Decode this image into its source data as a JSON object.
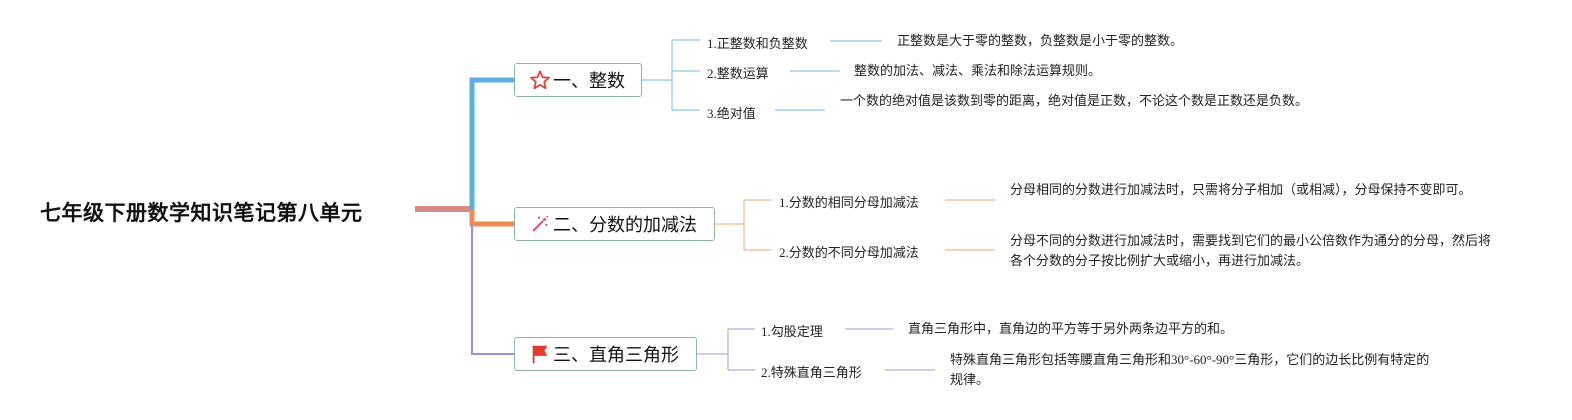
{
  "root": {
    "title": "七年级下册数学知识笔记第八单元"
  },
  "branches": [
    {
      "label": "一、整数",
      "icon": "star-icon",
      "color": "#5aaee0",
      "items": [
        {
          "label": "1.正整数和负整数",
          "detail": "正整数是大于零的整数，负整数是小于零的整数。"
        },
        {
          "label": "2.整数运算",
          "detail": "整数的加法、减法、乘法和除法运算规则。"
        },
        {
          "label": "3.绝对值",
          "detail": "一个数的绝对值是该数到零的距离，绝对值是正数，不论这个数是正数还是负数。"
        }
      ]
    },
    {
      "label": "二、分数的加减法",
      "icon": "sparkle-icon",
      "color": "#f08a55",
      "items": [
        {
          "label": "1.分数的相同分母加减法",
          "detail": "分母相同的分数进行加减法时，只需将分子相加（或相减），分母保持不变即可。"
        },
        {
          "label": "2.分数的不同分母加减法",
          "detail": "分母不同的分数进行加减法时，需要找到它们的最小公倍数作为通分的分母，然后将各个分数的分子按比例扩大或缩小，再进行加减法。"
        }
      ]
    },
    {
      "label": "三、直角三角形",
      "icon": "flag-icon",
      "color": "#a98bd0",
      "items": [
        {
          "label": "1.勾股定理",
          "detail": "直角三角形中，直角边的平方等于另外两条边平方的和。"
        },
        {
          "label": "2.特殊直角三角形",
          "detail": "特殊直角三角形包括等腰直角三角形和30°-60°-90°三角形，它们的边长比例有特定的规律。"
        }
      ]
    }
  ]
}
